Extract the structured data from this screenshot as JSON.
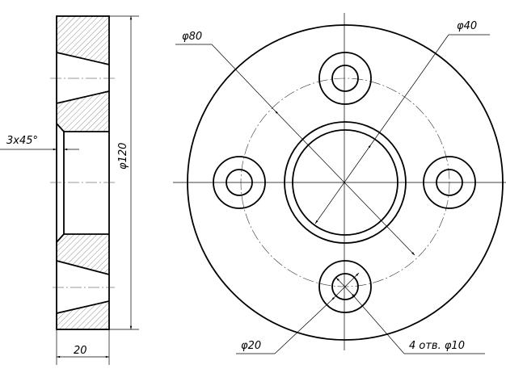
{
  "drawing": {
    "labels": {
      "chamfer": "3x45°",
      "outer_diameter": "φ120",
      "thickness": "20",
      "bolt_circle_diameter": "φ80",
      "bore_diameter": "φ40",
      "counterbore_diameter": "φ20",
      "holes": "4 отв. φ10"
    }
  }
}
